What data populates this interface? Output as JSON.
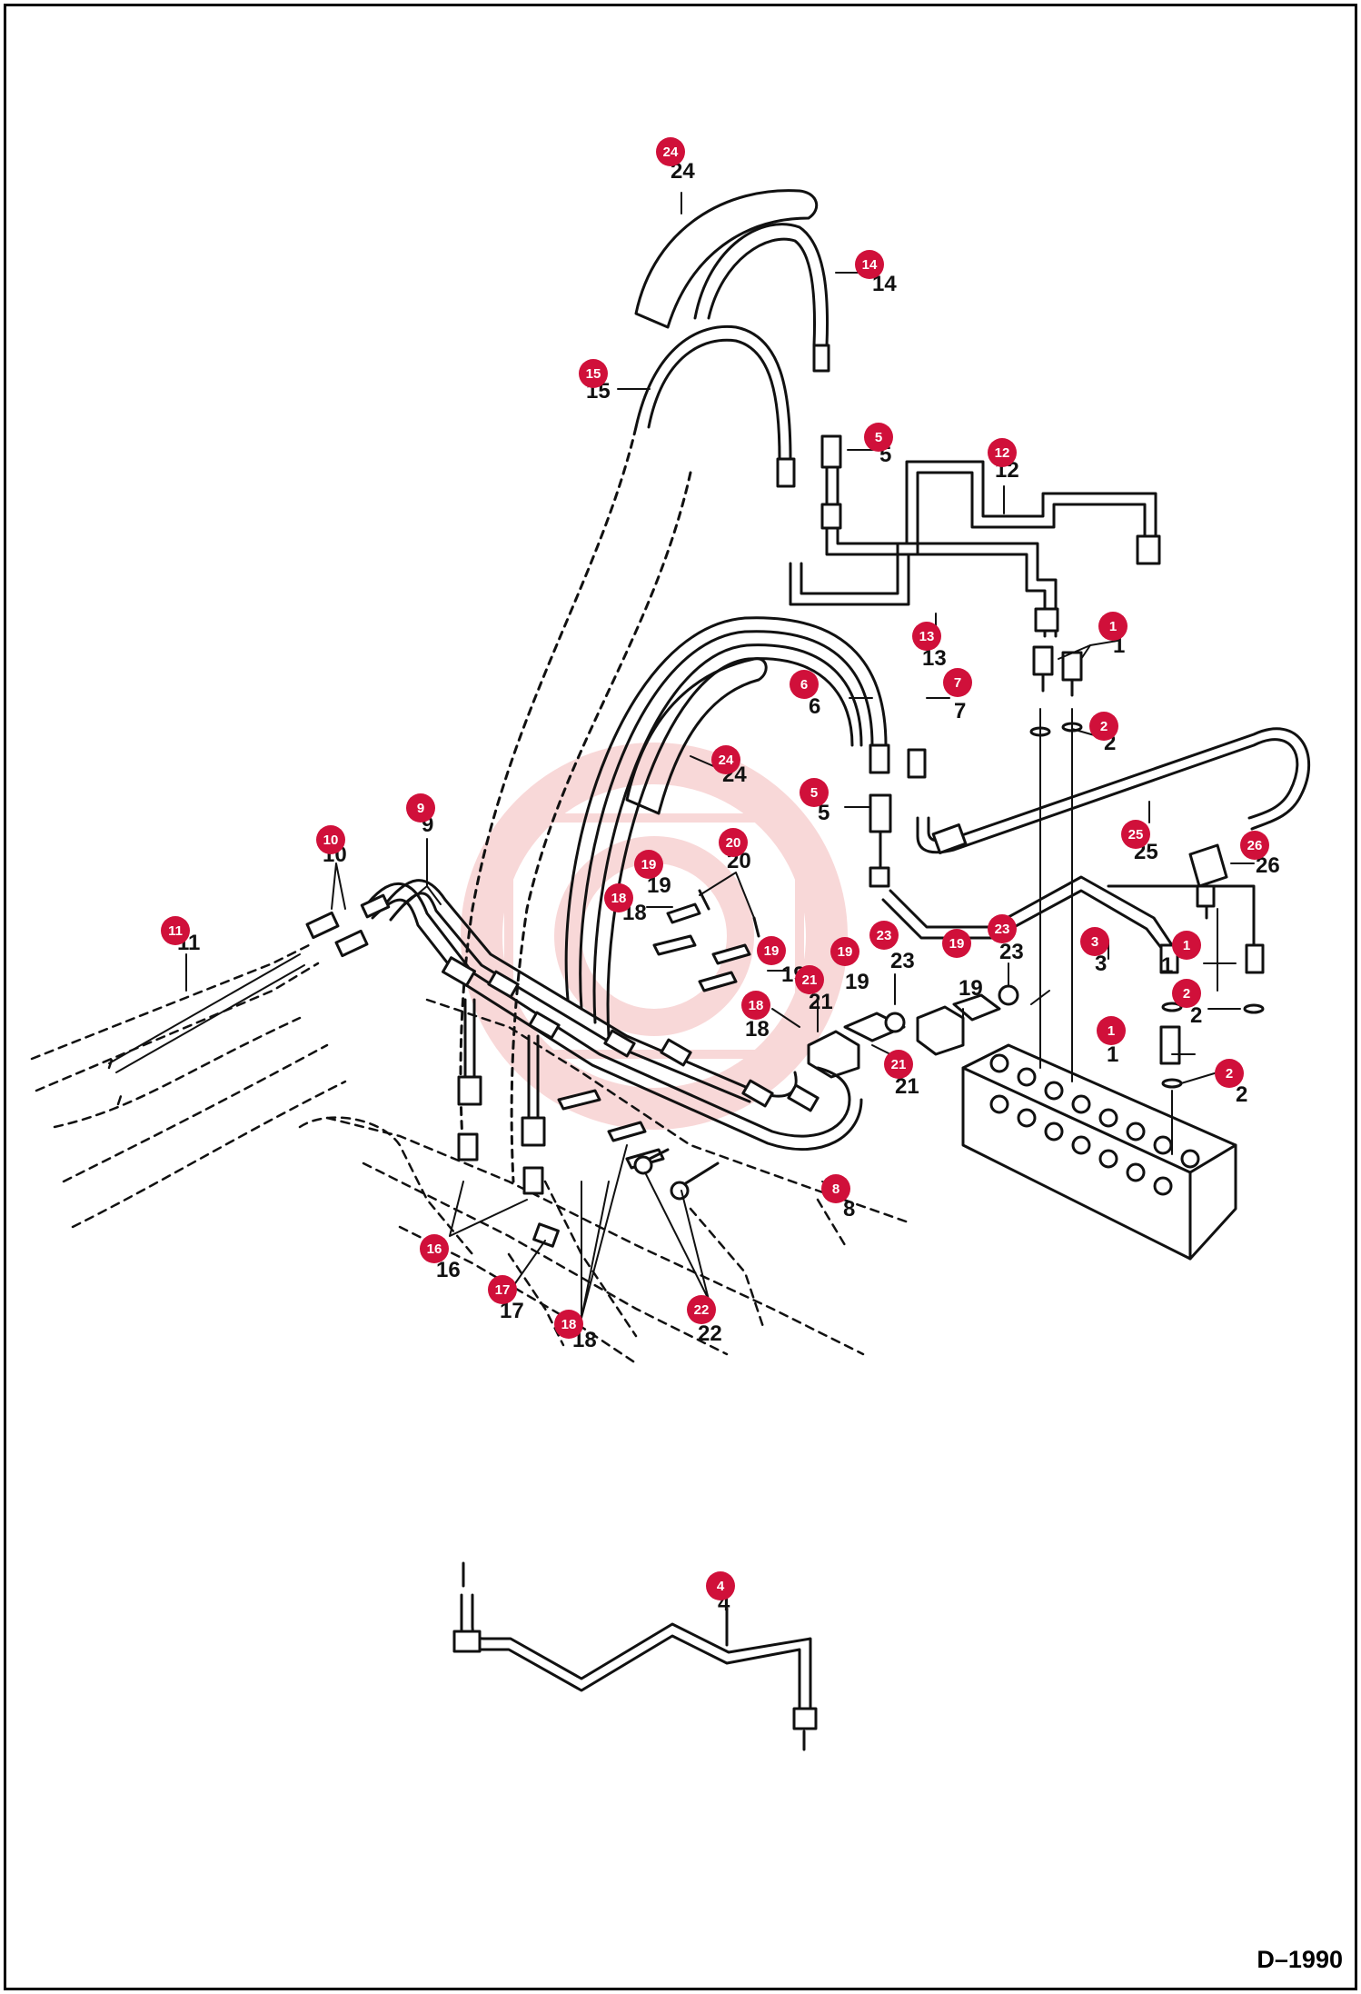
{
  "colors": {
    "callout": "#d0103a",
    "callout_text": "#ffffff",
    "line": "#111111",
    "watermark": "#f4b9b9"
  },
  "drawing_code": "D–1990",
  "callouts": [
    {
      "id": "c24a",
      "label": "24",
      "num": "24"
    },
    {
      "id": "c14",
      "label": "14",
      "num": "14"
    },
    {
      "id": "c15",
      "label": "15",
      "num": "15"
    },
    {
      "id": "c5a",
      "label": "5",
      "num": "5"
    },
    {
      "id": "c12",
      "label": "12",
      "num": "12"
    },
    {
      "id": "c13",
      "label": "13",
      "num": "13"
    },
    {
      "id": "c1a",
      "label": "1",
      "num": "1"
    },
    {
      "id": "c6",
      "label": "6",
      "num": "6"
    },
    {
      "id": "c7",
      "label": "7",
      "num": "7"
    },
    {
      "id": "c2a",
      "label": "2",
      "num": "2"
    },
    {
      "id": "c24b",
      "label": "24",
      "num": "24"
    },
    {
      "id": "c5b",
      "label": "5",
      "num": "5"
    },
    {
      "id": "c25",
      "label": "25",
      "num": "25"
    },
    {
      "id": "c26",
      "label": "26",
      "num": "26"
    },
    {
      "id": "c9",
      "label": "9",
      "num": "9"
    },
    {
      "id": "c10",
      "label": "10",
      "num": "10"
    },
    {
      "id": "c11",
      "label": "11",
      "num": "11"
    },
    {
      "id": "c20",
      "label": "20",
      "num": "20"
    },
    {
      "id": "c19a",
      "label": "19",
      "num": "19"
    },
    {
      "id": "c18a",
      "label": "18",
      "num": "18"
    },
    {
      "id": "c23a",
      "label": "23",
      "num": "23"
    },
    {
      "id": "c23b",
      "label": "23",
      "num": "23"
    },
    {
      "id": "c3",
      "label": "3",
      "num": "3"
    },
    {
      "id": "c1b",
      "label": "1",
      "num": "1"
    },
    {
      "id": "c19b",
      "label": "19",
      "num": "19"
    },
    {
      "id": "c19c",
      "label": "19",
      "num": "19"
    },
    {
      "id": "c19d",
      "label": "19",
      "num": "19"
    },
    {
      "id": "c21a",
      "label": "21",
      "num": "21"
    },
    {
      "id": "c2b",
      "label": "2",
      "num": "2"
    },
    {
      "id": "c18b",
      "label": "18",
      "num": "18"
    },
    {
      "id": "c21b",
      "label": "21",
      "num": "21"
    },
    {
      "id": "c1c",
      "label": "1",
      "num": "1"
    },
    {
      "id": "c2c",
      "label": "2",
      "num": "2"
    },
    {
      "id": "c8",
      "label": "8",
      "num": "8"
    },
    {
      "id": "c16",
      "label": "16",
      "num": "16"
    },
    {
      "id": "c17",
      "label": "17",
      "num": "17"
    },
    {
      "id": "c22",
      "label": "22",
      "num": "22"
    },
    {
      "id": "c18c",
      "label": "18",
      "num": "18"
    },
    {
      "id": "c4",
      "label": "4",
      "num": "4"
    }
  ]
}
